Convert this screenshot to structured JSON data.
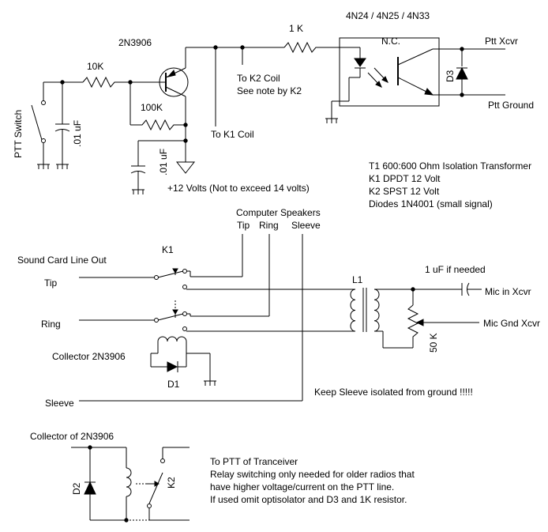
{
  "labels": {
    "ptt_switch": "PTT Switch",
    "cap_01_a": ".01 uF",
    "r_10k": "10K",
    "q_2n3906": "2N3906",
    "r_100k": "100K",
    "cap_01_b": ".01 uF",
    "plus12": "+12 Volts (Not to exceed 14 volts)",
    "to_k1_coil": "To K1 Coil",
    "to_k2_coil": "To K2 Coil",
    "see_note_k2": "See note by K2",
    "r_1k": "1 K",
    "opto": "4N24 / 4N25 / 4N33",
    "nc": "N.C.",
    "d3": "D3",
    "ptt_xcvr": "Ptt Xcvr",
    "ptt_ground": "Ptt Ground"
  },
  "notes": [
    "T1 600:600 Ohm Isolation Transformer",
    "K1 DPDT 12 Volt",
    "K2 SPST 12 Volt",
    "Diodes 1N4001 (small signal)"
  ],
  "audio": {
    "computer_speakers": "Computer Speakers",
    "tip": "Tip",
    "ring": "Ring",
    "sleeve": "Sleeve",
    "k1": "K1",
    "sound_card": "Sound Card Line Out",
    "in_tip": "Tip",
    "in_ring": "Ring",
    "collector": "Collector 2N3906",
    "d1": "D1",
    "in_sleeve": "Sleeve",
    "l1": "L1",
    "cap_1uf": "1 uF if needed",
    "mic_in": "Mic in Xcvr",
    "mic_gnd": "Mic Gnd Xcvr",
    "r_50k": "50 K",
    "sleeve_note": "Keep Sleeve isolated from ground !!!!!"
  },
  "relay": {
    "collector": "Collector of 2N3906",
    "d2": "D2",
    "k2": "K2",
    "note": [
      "To PTT of Tranceiver",
      "Relay switching only needed for older radios that",
      "have higher voltage/current on the PTT line.",
      "If used omit optisolator and D3 and 1K resistor."
    ]
  }
}
